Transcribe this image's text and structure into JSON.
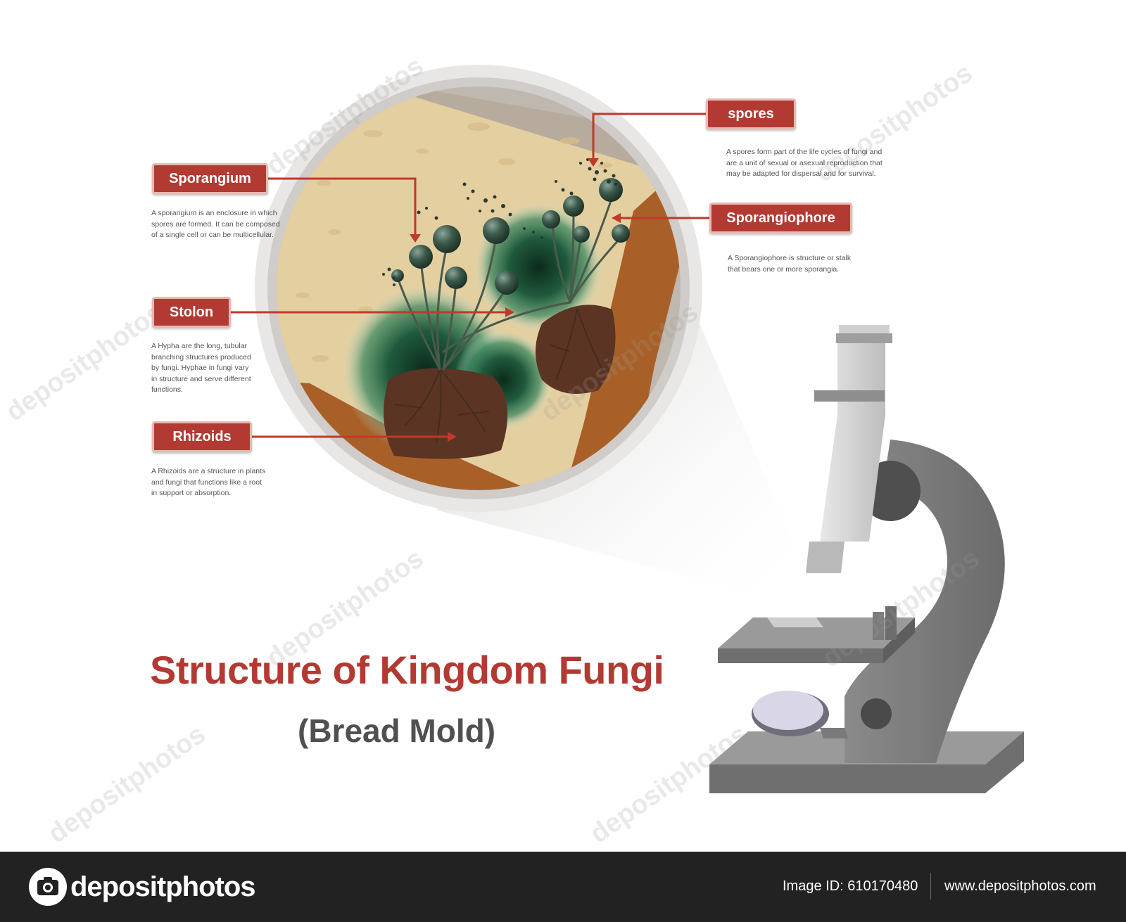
{
  "diagram": {
    "title": "Structure of Kingdom Fungi",
    "subtitle": "(Bread Mold)",
    "labels": [
      {
        "key": "sporangium",
        "label": "Sporangium",
        "description": [
          "A sporangium is an enclosure in which",
          "spores are formed. It can be composed",
          "of a single cell or can be multicellular."
        ]
      },
      {
        "key": "stolon",
        "label": "Stolon",
        "description": [
          "A Hypha are the long, tubular",
          "branching structures produced",
          "by fungi.  Hyphae in fungi vary",
          "in structure and serve different",
          "functions."
        ]
      },
      {
        "key": "rhizoids",
        "label": "Rhizoids",
        "description": [
          "A Rhizoids are a structure in plants",
          "and fungi that functions like a root",
          "in support or absorption."
        ]
      },
      {
        "key": "spores",
        "label": "spores",
        "description": [
          "A spores form part of the life cycles of fungi and",
          "are a unit of sexual or asexual reproduction that",
          "may be adapted for dispersal and for survival."
        ]
      },
      {
        "key": "sporangiophore",
        "label": "Sporangiophore",
        "description": [
          "A Sporangiophore is structure or stalk",
          "that bears one or more sporangia."
        ]
      }
    ]
  },
  "watermark": {
    "text": "depositphotos"
  },
  "footer": {
    "logo_text": "depositphotos",
    "image_id": "Image ID: 610170480",
    "url": "www.depositphotos.com"
  },
  "colors": {
    "accent_red": "#b23a32",
    "title_gray": "#505050",
    "footer_bg": "#222222",
    "bread_crumb": "#e4cfa1",
    "crust": "#a96028",
    "mold_green": "#1f5a3d",
    "microscope_gray": "#7a7a7a"
  }
}
